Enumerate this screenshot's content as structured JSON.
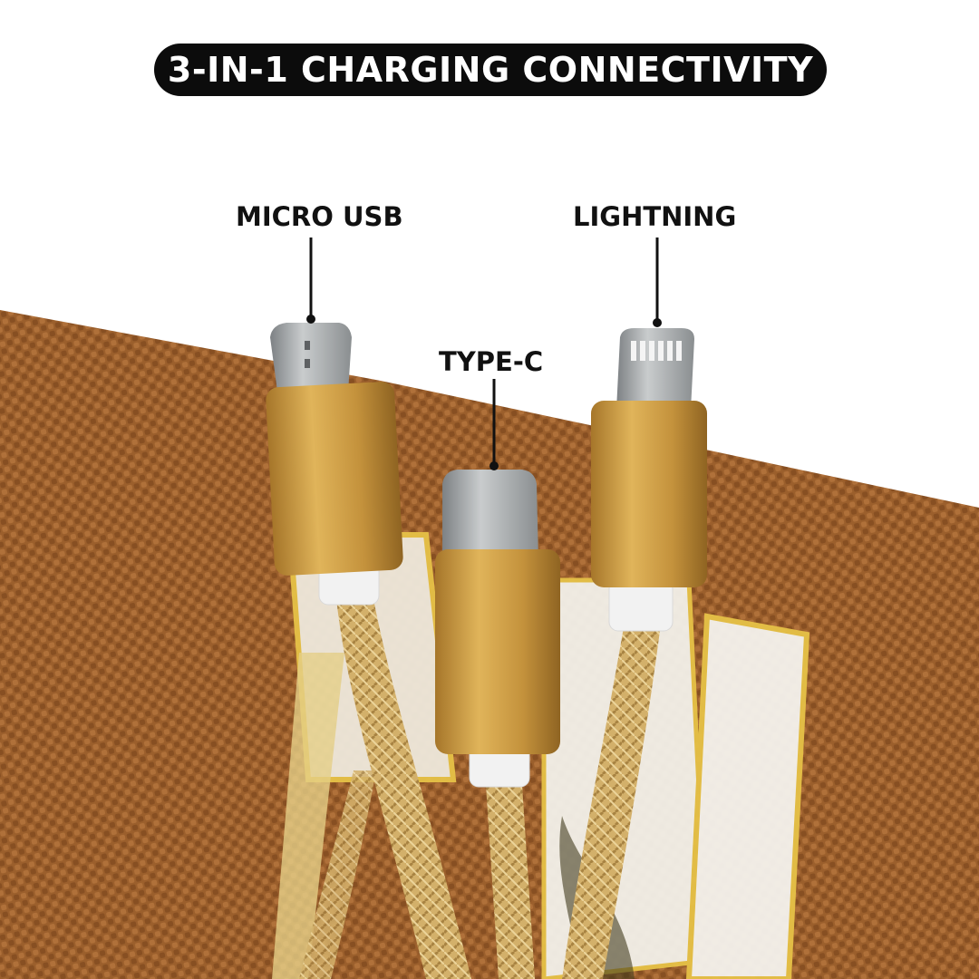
{
  "title": "3-IN-1 CHARGING CONNECTIVITY",
  "callouts": {
    "micro_usb": "MICRO USB",
    "type_c": "TYPE-C",
    "lightning": "LIGHTNING"
  },
  "colors": {
    "background": "#ffffff",
    "title_pill": "#0c0c0c",
    "mat": "#9b5f2c",
    "connector_gold": "#c99a3c",
    "braid_gold": "#d6b46e",
    "metal_tip": "#9fa3a6"
  }
}
